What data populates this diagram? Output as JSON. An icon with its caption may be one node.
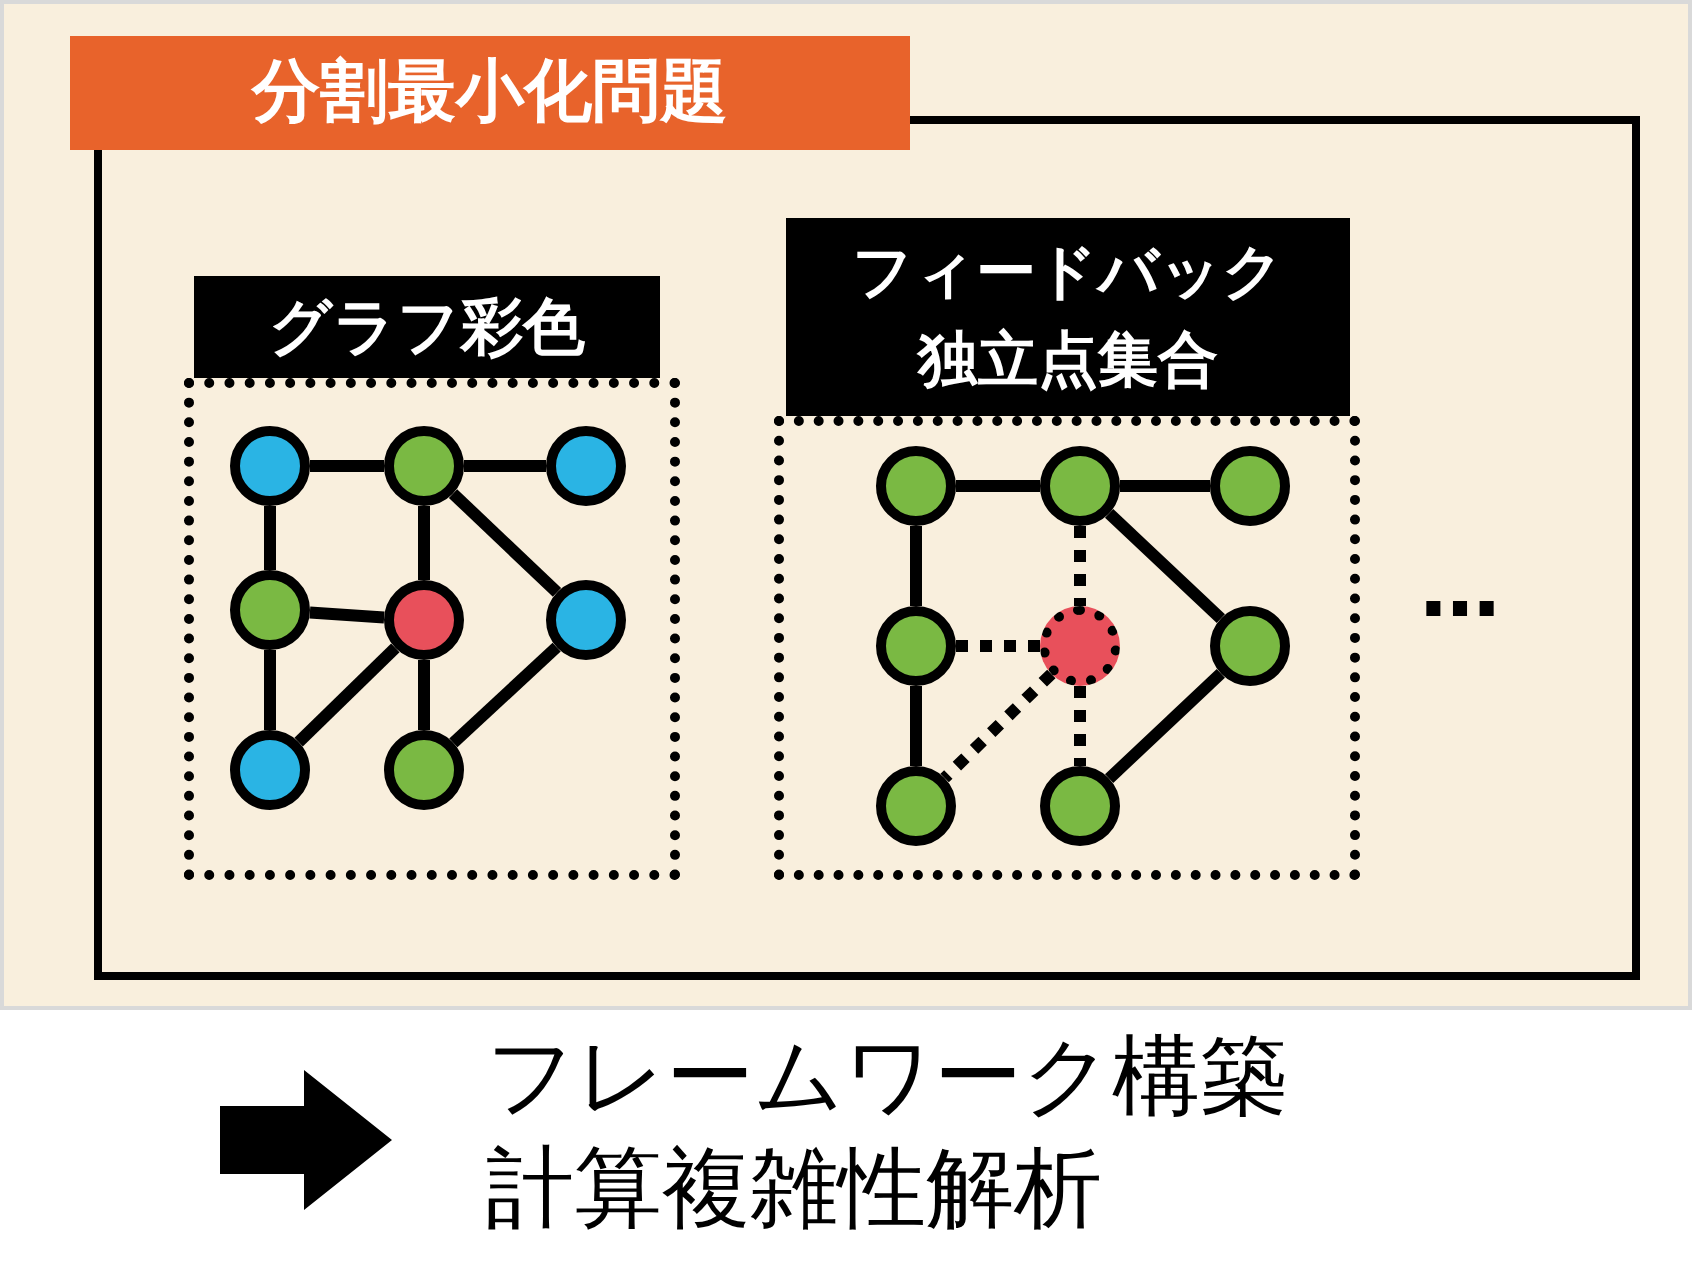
{
  "diagram": {
    "nodes": [
      {
        "text": [
          "分割最小化問題"
        ]
      },
      {
        "text": [
          "グラフ彩色"
        ],
        "in": 0
      },
      {
        "text": [
          "フィードバック独立点集合"
        ],
        "in": 0
      },
      {
        "text": [],
        "shape": "circle",
        "in": 1
      },
      {
        "text": [],
        "shape": "circle",
        "in": 1
      },
      {
        "text": [],
        "shape": "circle",
        "in": 1
      },
      {
        "text": [],
        "shape": "circle",
        "in": 1
      },
      {
        "text": [],
        "shape": "circle",
        "in": 1
      },
      {
        "text": [],
        "shape": "circle",
        "in": 1
      },
      {
        "text": [],
        "shape": "circle",
        "in": 1
      },
      {
        "text": [],
        "shape": "circle",
        "in": 1
      },
      {
        "text": [],
        "shape": "circle",
        "in": 2
      },
      {
        "text": [],
        "shape": "circle",
        "in": 2
      },
      {
        "text": [],
        "shape": "circle",
        "in": 2
      },
      {
        "text": [],
        "shape": "circle",
        "in": 2
      },
      {
        "text": [],
        "shape": "circle",
        "in": 2
      },
      {
        "text": [],
        "shape": "circle",
        "in": 2
      },
      {
        "text": [],
        "shape": "circle",
        "in": 2
      },
      {
        "text": [],
        "shape": "circle",
        "in": 2
      }
    ],
    "edges": [
      {
        "from": 3,
        "to": 4,
        "arrow": "none"
      },
      {
        "from": 4,
        "to": 5,
        "arrow": "none"
      },
      {
        "from": 3,
        "to": 6,
        "arrow": "none"
      },
      {
        "from": 4,
        "to": 7,
        "arrow": "none"
      },
      {
        "from": 4,
        "to": 8,
        "arrow": "none"
      },
      {
        "from": 6,
        "to": 7,
        "arrow": "none"
      },
      {
        "from": 6,
        "to": 9,
        "arrow": "none"
      },
      {
        "from": 7,
        "to": 9,
        "arrow": "none"
      },
      {
        "from": 7,
        "to": 10,
        "arrow": "none"
      },
      {
        "from": 8,
        "to": 10,
        "arrow": "none"
      },
      {
        "from": 11,
        "to": 12,
        "arrow": "none"
      },
      {
        "from": 12,
        "to": 13,
        "arrow": "none"
      },
      {
        "from": 11,
        "to": 14,
        "arrow": "none"
      },
      {
        "from": 12,
        "to": 15,
        "arrow": "none",
        "style": "dashed"
      },
      {
        "from": 12,
        "to": 16,
        "arrow": "none"
      },
      {
        "from": 14,
        "to": 15,
        "arrow": "none",
        "style": "dashed"
      },
      {
        "from": 14,
        "to": 17,
        "arrow": "none"
      },
      {
        "from": 15,
        "to": 17,
        "arrow": "none",
        "style": "dashed"
      },
      {
        "from": 15,
        "to": 18,
        "arrow": "none",
        "style": "dashed"
      },
      {
        "from": 16,
        "to": 18,
        "arrow": "none"
      }
    ],
    "labels": [
      "…",
      "フレームワーク構築",
      "計算複雑性解析"
    ]
  }
}
